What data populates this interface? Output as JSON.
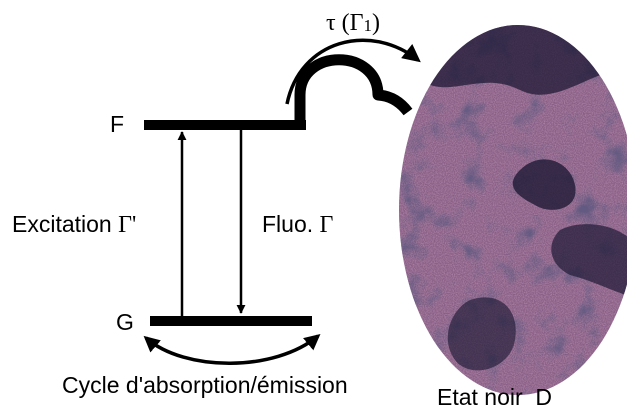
{
  "labels": {
    "tau": "τ",
    "gamma1_open": "(",
    "gamma1_symbol": "Γ",
    "gamma1_sub": "1",
    "gamma1_close": ")",
    "level_f": "F",
    "level_g": "G",
    "excitation_text": "Excitation",
    "excitation_symbol": "Γ'",
    "fluo_text": "Fluo.",
    "fluo_symbol": "Γ",
    "cycle": "Cycle d'absorption/émission",
    "dark_state": "Etat noir  D"
  },
  "colors": {
    "ink": "#000000",
    "dark_state_base": "#8a5f86",
    "dark_state_pink": "#c780b0",
    "dark_state_dark": "#1f1a36",
    "dark_state_blue": "#4a5ea8"
  },
  "icons": {
    "transition_arrow": "curved-arrow-icon",
    "cycle_arrow": "double-curved-arrow-icon"
  }
}
